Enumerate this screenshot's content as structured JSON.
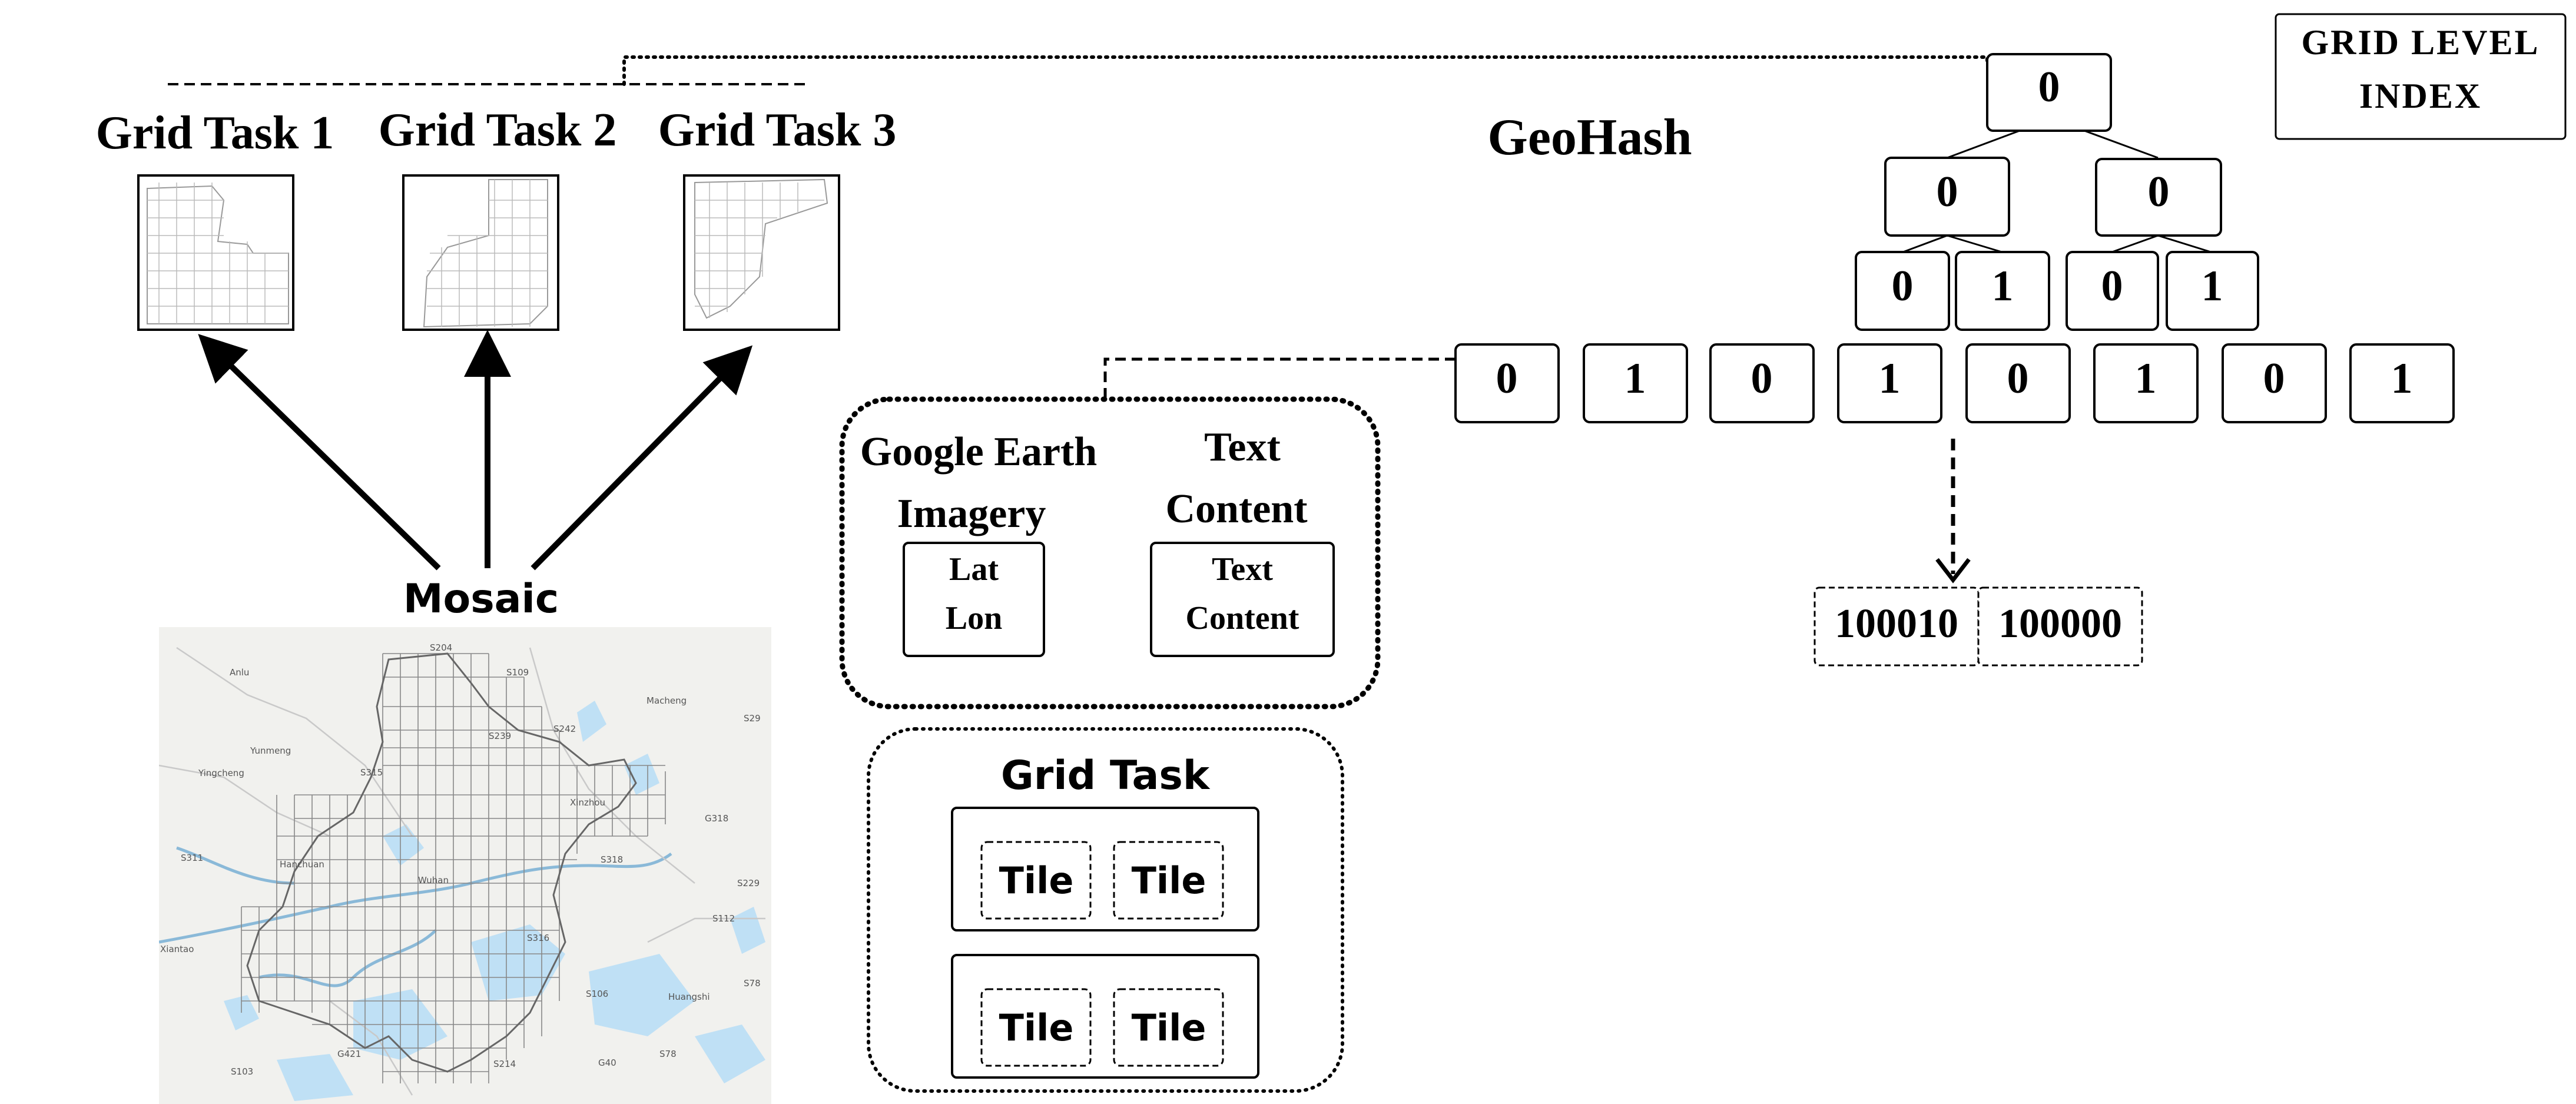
{
  "grid_tasks": [
    {
      "label": "Grid Task 1"
    },
    {
      "label": "Grid Task 2"
    },
    {
      "label": "Grid Task 3"
    }
  ],
  "mosaic": {
    "title": "Mosaic",
    "places": [
      "Anlu",
      "Macheng",
      "Yunmeng",
      "Yingcheng",
      "Xinzhou",
      "Hanchuan",
      "Wuhan",
      "Xiantao",
      "Huangshi",
      "S204",
      "S109",
      "S242",
      "S239",
      "S315",
      "S318",
      "S311",
      "G318",
      "S229",
      "S112",
      "S316",
      "G421",
      "S78",
      "S106",
      "S103",
      "S214",
      "G40",
      "S78",
      "S29"
    ]
  },
  "geohash": {
    "title": "GeoHash",
    "root": "0",
    "level1": [
      "0",
      "0"
    ],
    "level2": [
      "0",
      "1",
      "0",
      "1"
    ],
    "bits": [
      "0",
      "1",
      "0",
      "1",
      "0",
      "1",
      "0",
      "1"
    ],
    "codes": [
      "100010",
      "100000"
    ]
  },
  "grid_level_index": {
    "line1": "GRID LEVEL",
    "line2": "INDEX"
  },
  "info_box": {
    "imagery_title_1": "Google Earth",
    "imagery_title_2": "Imagery",
    "lat": "Lat",
    "lon": "Lon",
    "text_title_1": "Text",
    "text_title_2": "Content",
    "text_inner_1": "Text",
    "text_inner_2": "Content"
  },
  "grid_task_box": {
    "title": "Grid Task",
    "tile_label": "Tile"
  },
  "colors": {
    "line": "#000000",
    "map_bg": "#f1f1ee",
    "water": "#bfe0f5",
    "grid_line": "#888888"
  }
}
